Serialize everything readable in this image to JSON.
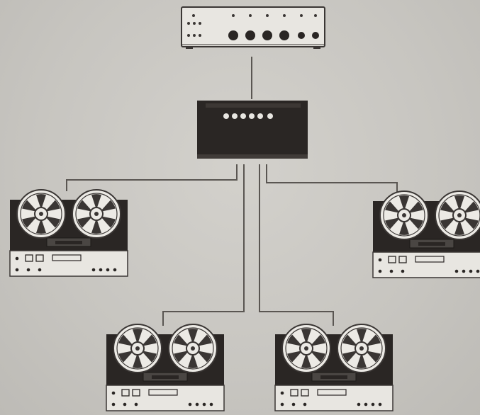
{
  "diagram": {
    "nodes": [
      {
        "id": "amplifier",
        "kind": "amplifier"
      },
      {
        "id": "distribution-box",
        "kind": "switch-box"
      },
      {
        "id": "recorder-1",
        "kind": "reel-to-reel-tape-recorder"
      },
      {
        "id": "recorder-2",
        "kind": "reel-to-reel-tape-recorder"
      },
      {
        "id": "recorder-3",
        "kind": "reel-to-reel-tape-recorder"
      },
      {
        "id": "recorder-4",
        "kind": "reel-to-reel-tape-recorder"
      }
    ],
    "edges": [
      {
        "from": "amplifier",
        "to": "distribution-box"
      },
      {
        "from": "distribution-box",
        "to": "recorder-1"
      },
      {
        "from": "distribution-box",
        "to": "recorder-2"
      },
      {
        "from": "distribution-box",
        "to": "recorder-3"
      },
      {
        "from": "distribution-box",
        "to": "recorder-4"
      }
    ]
  },
  "colors": {
    "background": "#c9c7c2",
    "device_dark": "#2a2624",
    "device_light": "#e8e6e1",
    "line": "#5a5652"
  }
}
